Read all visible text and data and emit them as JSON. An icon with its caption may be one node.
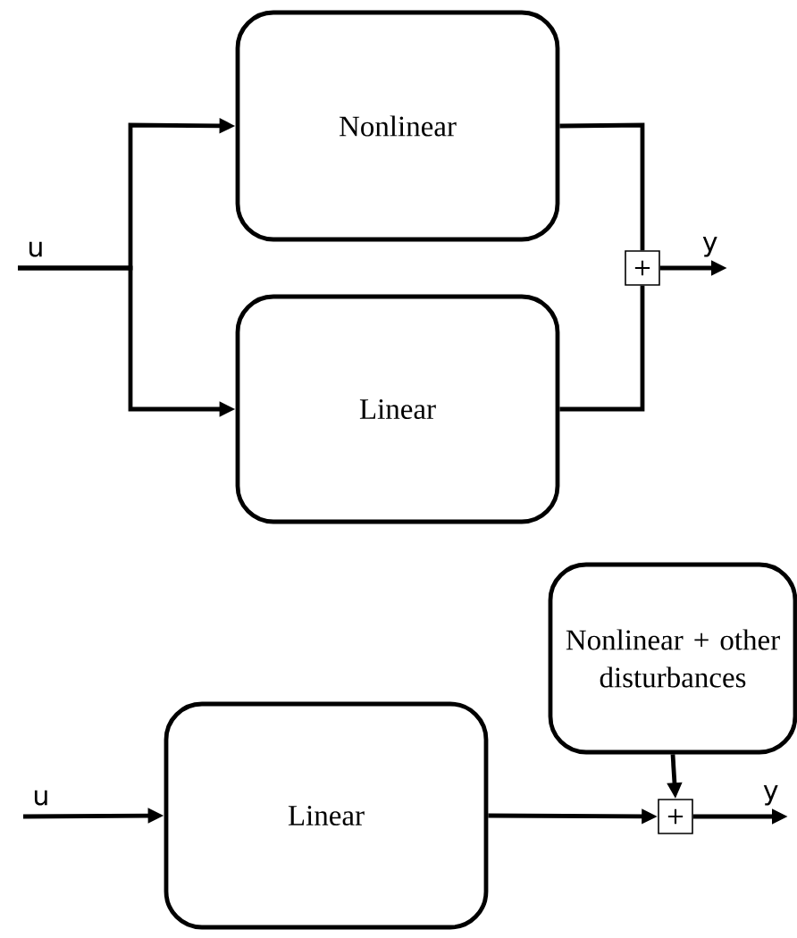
{
  "diagram": {
    "nodes": [
      {
        "text": [
          "Nonlinear"
        ]
      },
      {
        "text": [
          "Linear"
        ]
      },
      {
        "text": [
          "+"
        ]
      },
      {
        "text": [
          "Linear"
        ]
      },
      {
        "text": [
          "Nonlinear + other disturbances"
        ]
      },
      {
        "text": [
          "+"
        ]
      },
      {
        "text": [
          "u"
        ]
      },
      {
        "text": [
          "y"
        ]
      },
      {
        "text": [
          "u"
        ]
      },
      {
        "text": [
          "y"
        ]
      }
    ],
    "edges": [
      {
        "from": 6,
        "to": 0,
        "arrow": "to"
      },
      {
        "from": 6,
        "to": 1,
        "arrow": "to"
      },
      {
        "from": 0,
        "to": 2,
        "arrow": "none"
      },
      {
        "from": 1,
        "to": 2,
        "arrow": "none"
      },
      {
        "from": 2,
        "to": 7,
        "arrow": "to"
      },
      {
        "from": 8,
        "to": 3,
        "arrow": "to"
      },
      {
        "from": 3,
        "to": 5,
        "arrow": "to"
      },
      {
        "from": 4,
        "to": 5,
        "arrow": "to"
      },
      {
        "from": 5,
        "to": 9,
        "arrow": "to"
      }
    ]
  }
}
